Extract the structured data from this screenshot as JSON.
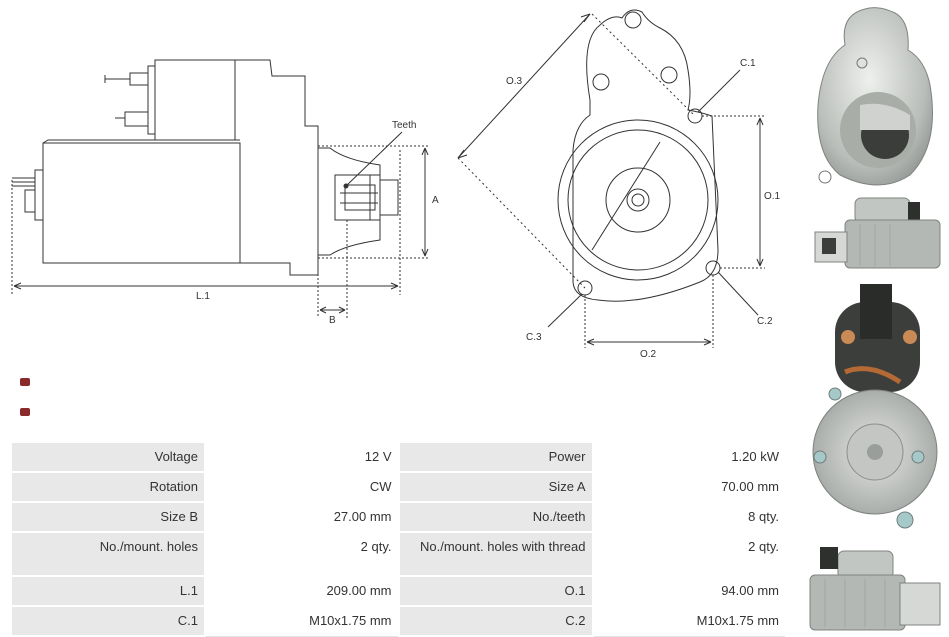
{
  "drawing_labels": {
    "teeth": "Teeth",
    "a": "A",
    "b": "B",
    "l1": "L.1",
    "o1": "O.1",
    "o2": "O.2",
    "o3": "O.3",
    "c1": "C.1",
    "c2": "C.2",
    "c3": "C.3"
  },
  "specs": [
    {
      "k1": "Voltage",
      "v1": "12 V",
      "k2": "Power",
      "v2": "1.20 kW"
    },
    {
      "k1": "Rotation",
      "v1": "CW",
      "k2": "Size A",
      "v2": "70.00 mm"
    },
    {
      "k1": "Size B",
      "v1": "27.00 mm",
      "k2": "No./teeth",
      "v2": "8 qty."
    },
    {
      "k1": "No./mount. holes",
      "v1": "2 qty.",
      "k2": "No./mount. holes with thread",
      "v2": "2 qty."
    },
    {
      "k1": "L.1",
      "v1": "209.00 mm",
      "k2": "O.1",
      "v2": "94.00 mm"
    },
    {
      "k1": "C.1",
      "v1": "M10x1.75 mm",
      "k2": "C.2",
      "v2": "M10x1.75 mm"
    }
  ],
  "colors": {
    "line": "#333333",
    "table_label_bg": "#e8e8e8",
    "table_value_bg": "#ffffff",
    "metal": "#c8ccc9"
  }
}
